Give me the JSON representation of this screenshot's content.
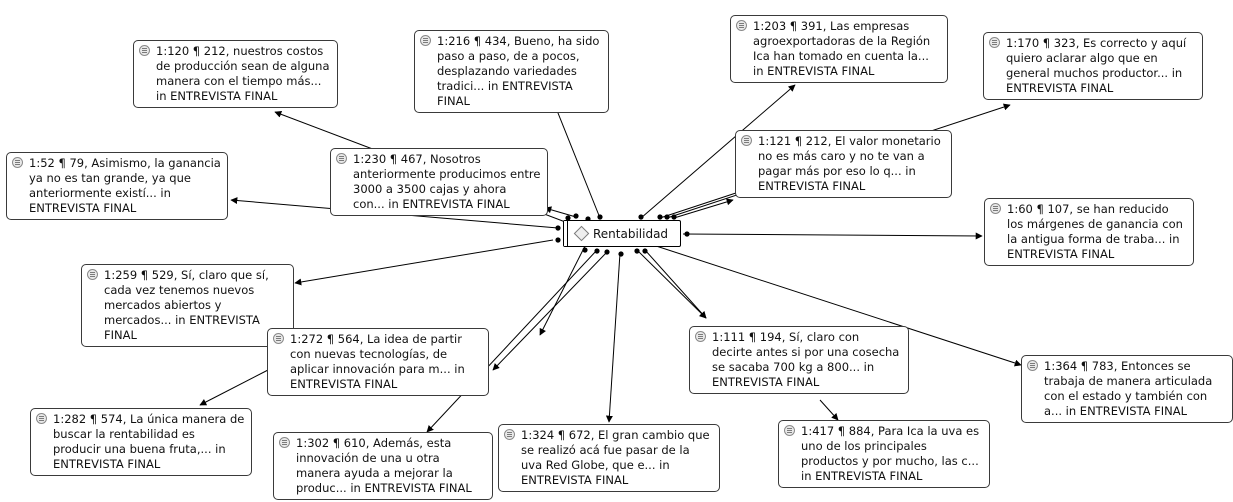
{
  "center": {
    "label": "Rentabilidad"
  },
  "quotes": [
    {
      "id": "q1",
      "text": "1:120 ¶ 212, nuestros costos de producción sean de alguna manera con el tiempo más... in ENTREVISTA FINAL"
    },
    {
      "id": "q2",
      "text": "1:216 ¶ 434, Bueno, ha sido paso a paso, de a pocos, desplazando variedades tradici... in ENTREVISTA FINAL"
    },
    {
      "id": "q3",
      "text": "1:203 ¶ 391, Las empresas agroexportadoras de la Región Ica han tomado en cuenta la... in ENTREVISTA FINAL"
    },
    {
      "id": "q4",
      "text": "1:170 ¶ 323, Es correcto y aquí quiero aclarar algo que en general muchos productor... in ENTREVISTA FINAL"
    },
    {
      "id": "q5",
      "text": "1:52 ¶ 79, Asimismo, la ganancia ya no es tan grande, ya que anteriormente existí... in ENTREVISTA FINAL"
    },
    {
      "id": "q6",
      "text": "1:230 ¶ 467, Nosotros anteriormente producimos entre 3000 a 3500 cajas y ahora con... in ENTREVISTA FINAL"
    },
    {
      "id": "q7",
      "text": "1:121 ¶ 212, El valor monetario no es más caro y no te van a pagar más por eso lo q... in ENTREVISTA FINAL"
    },
    {
      "id": "q8",
      "text": "1:60 ¶ 107, se han reducido los márgenes de ganancia con la antigua forma de traba... in ENTREVISTA FINAL"
    },
    {
      "id": "q9",
      "text": "1:259 ¶ 529, Sí, claro que sí, cada vez tenemos nuevos mercados abiertos y mercados... in ENTREVISTA FINAL"
    },
    {
      "id": "q10",
      "text": "1:272 ¶ 564, La idea de partir con nuevas tecnologías, de aplicar innovación para m... in ENTREVISTA FINAL"
    },
    {
      "id": "q11",
      "text": "1:111 ¶ 194, Sí, claro con decirte antes si por una cosecha se sacaba 700 kg a 800... in ENTREVISTA FINAL"
    },
    {
      "id": "q12",
      "text": "1:364 ¶ 783, Entonces se trabaja de manera articulada con el estado y también con a... in ENTREVISTA FINAL"
    },
    {
      "id": "q13",
      "text": "1:282 ¶ 574, La única manera de buscar la rentabilidad es producir una buena fruta,... in ENTREVISTA FINAL"
    },
    {
      "id": "q14",
      "text": "1:302 ¶ 610, Además, esta innovación de una u otra manera ayuda a mejorar la produc... in ENTREVISTA FINAL"
    },
    {
      "id": "q15",
      "text": "1:324 ¶ 672, El gran cambio que se realizó acá fue pasar de la uva Red Globe, que e... in ENTREVISTA FINAL"
    },
    {
      "id": "q16",
      "text": "1:417 ¶ 884, Para Ica la uva es uno de los principales productos y por mucho, las c... in ENTREVISTA FINAL"
    }
  ]
}
